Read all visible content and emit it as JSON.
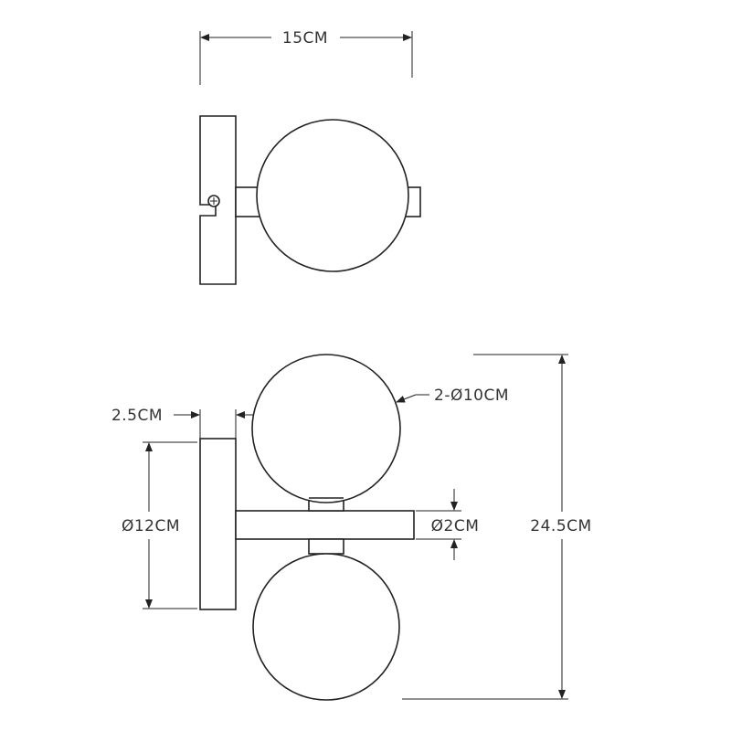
{
  "labels": {
    "width": "15CM",
    "plate_depth": "2.5CM",
    "globe_diameter": "2-Ø10CM",
    "plate_diameter": "Ø12CM",
    "arm_diameter": "Ø2CM",
    "height": "24.5CM"
  },
  "colors": {
    "line": "#222222",
    "background": "#ffffff"
  }
}
